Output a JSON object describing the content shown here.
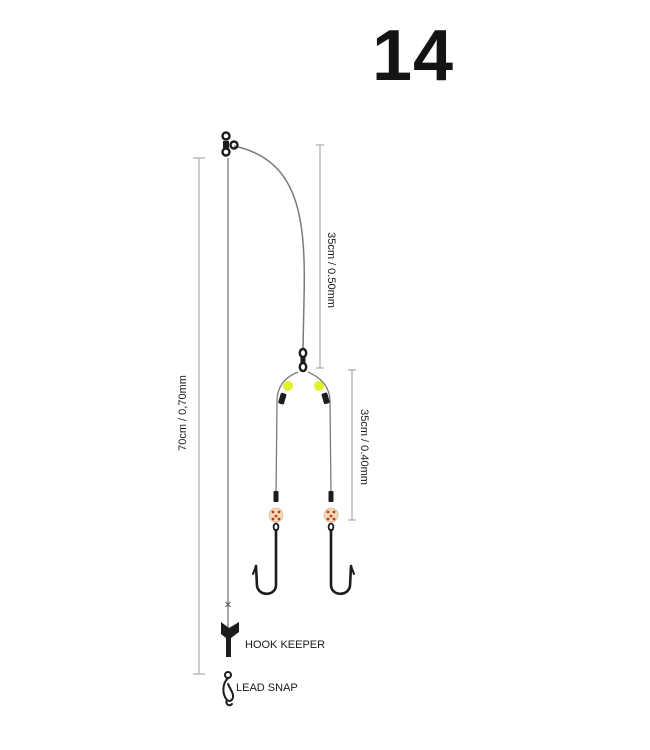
{
  "rig_number": "14",
  "dimensions": {
    "main_line": "70cm / 0,70mm",
    "upper_snood": "35cm / 0.50mm",
    "lower_snoods": "35cm / 0.40mm"
  },
  "components": {
    "hook_keeper": "HOOK KEEPER",
    "lead_snap": "LEAD SNAP"
  },
  "colors": {
    "line": "#7a7a7a",
    "dimension_line": "#9a9a9a",
    "hardware": "#1c1c1c",
    "bead_yellow": "#e2f02a",
    "float_bead": "#f2dcb6",
    "float_dots": "#c0392b"
  }
}
